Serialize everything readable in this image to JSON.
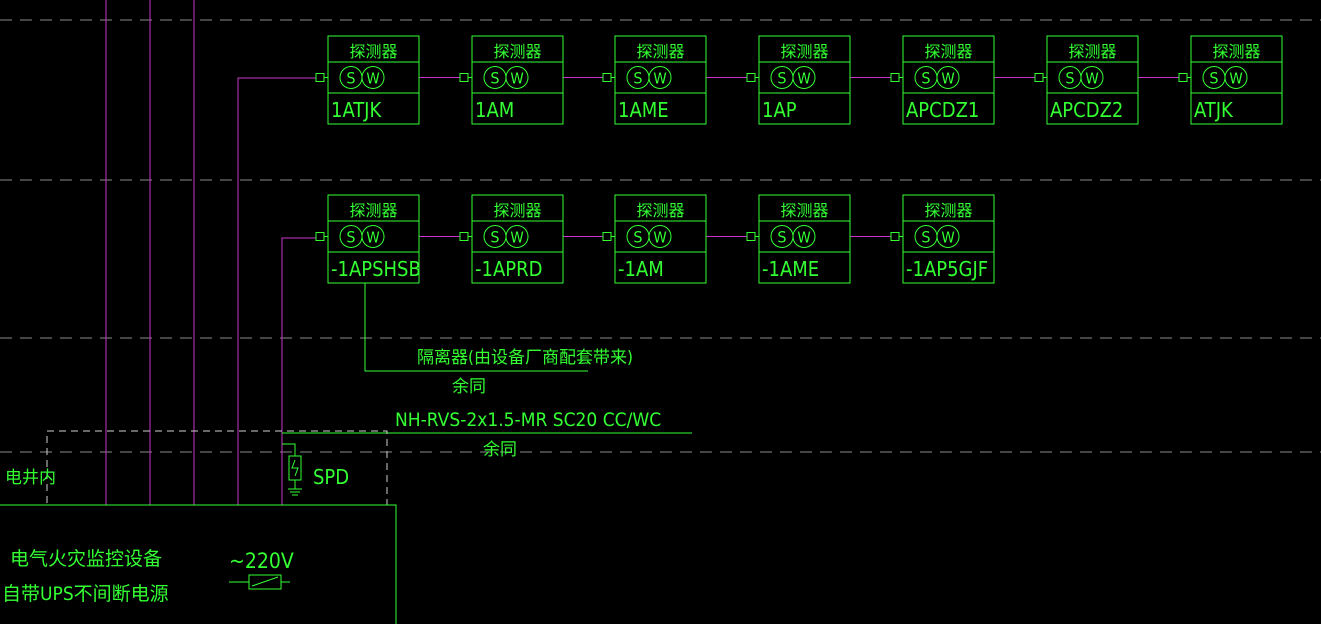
{
  "colors": {
    "background": "#000000",
    "green": "#33ff33",
    "magenta": "#cc33cc",
    "dash": "#8a8a8a"
  },
  "detector": {
    "header": "探测器",
    "symbol_s": "S",
    "symbol_w": "W"
  },
  "rows": [
    {
      "labels": [
        "1ATJK",
        "1AM",
        "1AME",
        "1AP",
        "APCDZ1",
        "APCDZ2",
        "ATJK"
      ]
    },
    {
      "labels": [
        "-1APSHSB",
        "-1APRD",
        "-1AM",
        "-1AME",
        "-1AP5GJF"
      ]
    }
  ],
  "annotations": {
    "isolator": "隔离器(由设备厂商配套带来)",
    "same_1": "余同",
    "cable_spec": "NH-RVS-2x1.5-MR SC20 CC/WC",
    "same_2": "余同",
    "spd": "SPD",
    "shaft": "电井内",
    "device_line1": "电气火灾监控设备",
    "device_line2": "自带UPS不间断电源",
    "voltage": "~220V"
  }
}
